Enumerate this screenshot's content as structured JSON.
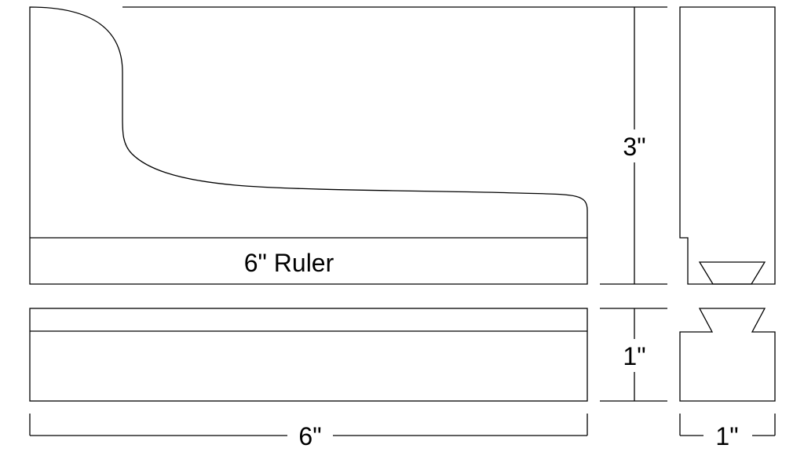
{
  "labels": {
    "ruler_label": "6\" Ruler",
    "height_dimension": "3\"",
    "thickness_dimension": "1\"",
    "length_dimension": "6\"",
    "depth_dimension": "1\""
  },
  "colors": {
    "stroke": "#000000",
    "background": "#ffffff"
  }
}
